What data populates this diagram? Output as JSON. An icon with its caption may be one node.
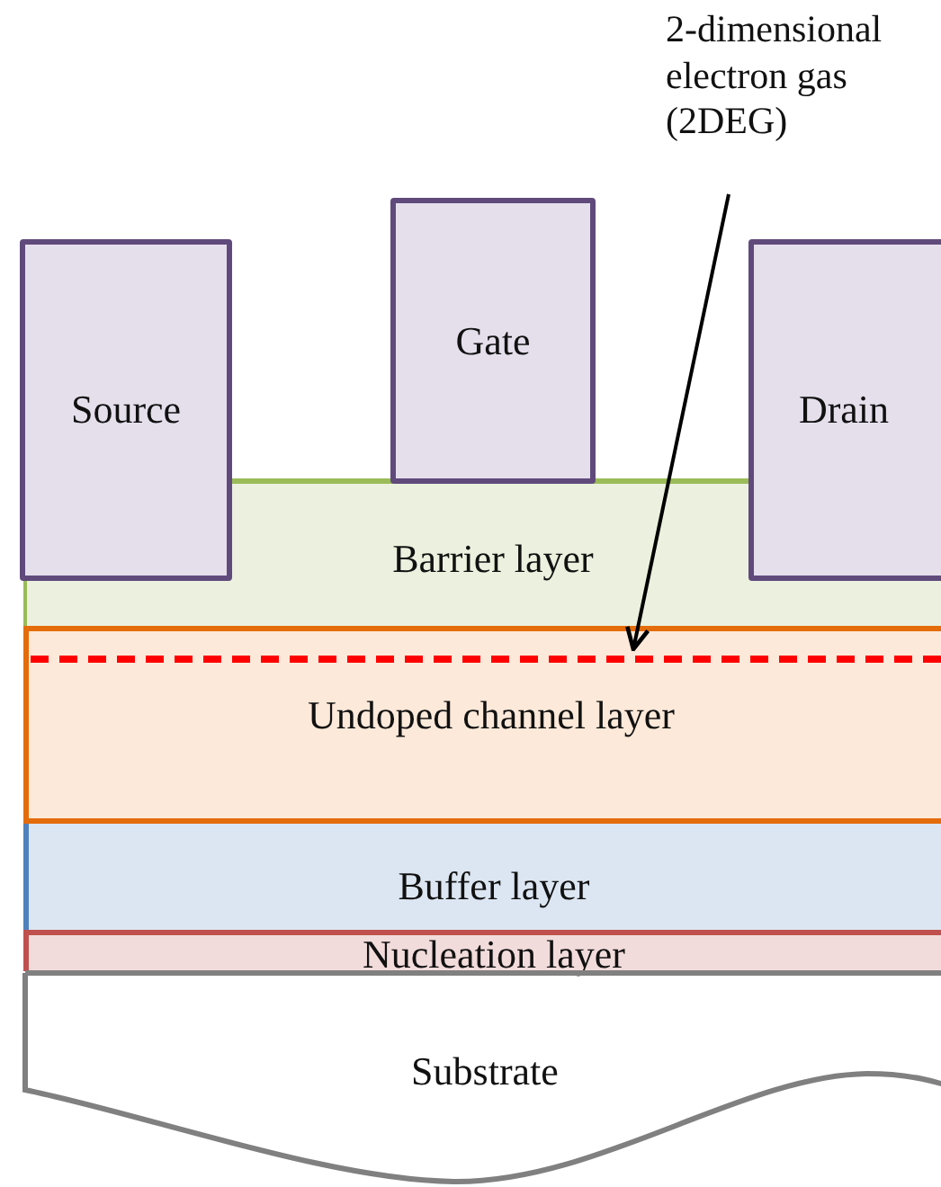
{
  "diagram": {
    "nodes": [
      {
        "text": [
          "2-dimensional electron gas (2DEG)"
        ]
      },
      {
        "text": [
          "Source"
        ]
      },
      {
        "text": [
          "Gate"
        ]
      },
      {
        "text": [
          "Drain"
        ]
      },
      {
        "text": [
          "Barrier layer"
        ]
      },
      {
        "text": [
          "Undoped channel layer"
        ]
      },
      {
        "text": [],
        "shape": "line",
        "in": 5
      },
      {
        "text": [
          "Buffer layer"
        ]
      },
      {
        "text": [
          "Nucleation layer"
        ]
      },
      {
        "text": [
          "Substrate"
        ]
      }
    ],
    "edges": [
      {
        "from": 0,
        "to": 6,
        "arrow": "to"
      }
    ]
  }
}
